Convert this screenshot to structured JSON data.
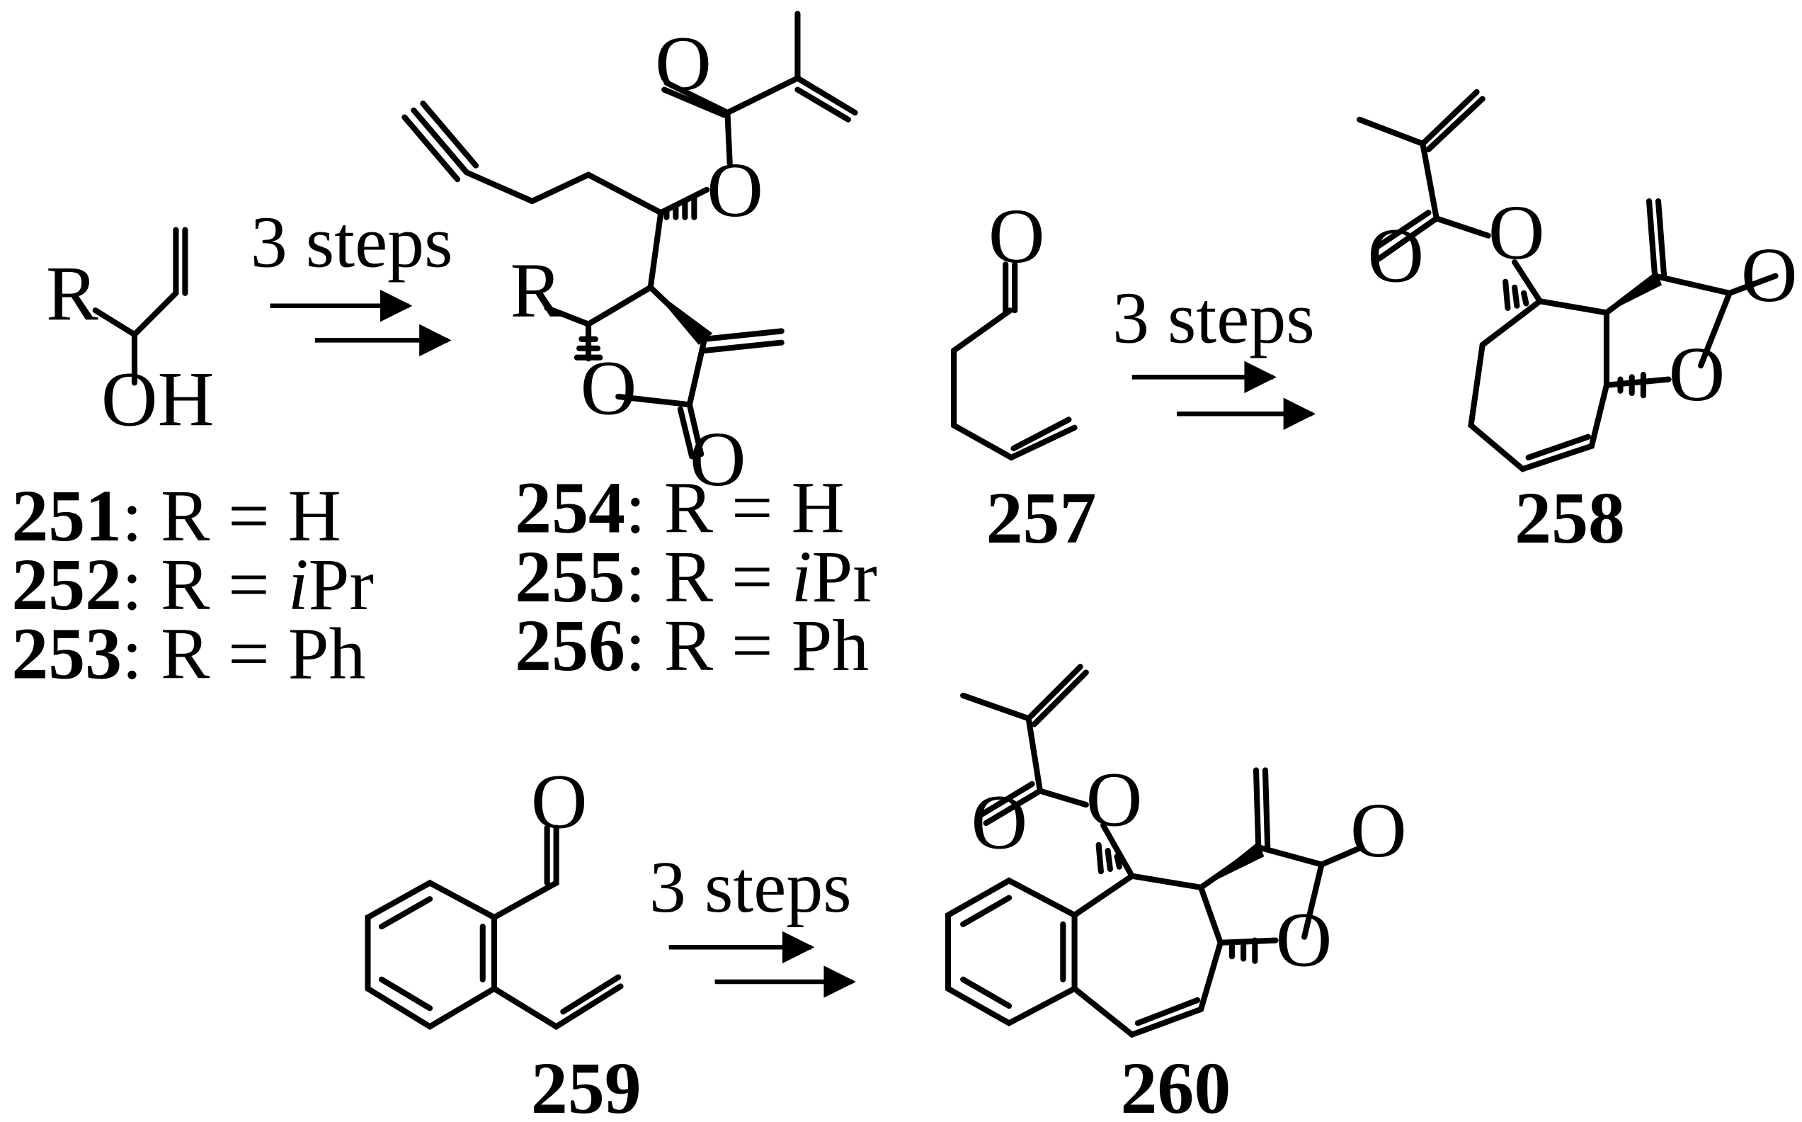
{
  "reactions": [
    {
      "step_label": "3 steps"
    },
    {
      "step_label": "3 steps"
    },
    {
      "step_label": "3 steps"
    }
  ],
  "atoms": {
    "R": "R",
    "O": "O",
    "OH": "OH"
  },
  "compounds": {
    "c251": {
      "num": "251",
      "desc": ": R = H"
    },
    "c252": {
      "num": "252",
      "desc_a": ": R = ",
      "desc_i": "i",
      "desc_b": "Pr"
    },
    "c253": {
      "num": "253",
      "desc": ": R = Ph"
    },
    "c254": {
      "num": "254",
      "desc": ": R = H"
    },
    "c255": {
      "num": "255",
      "desc_a": ": R = ",
      "desc_i": "i",
      "desc_b": "Pr"
    },
    "c256": {
      "num": "256",
      "desc": ": R = Ph"
    },
    "c257": {
      "num": "257"
    },
    "c258": {
      "num": "258"
    },
    "c259": {
      "num": "259"
    },
    "c260": {
      "num": "260"
    }
  }
}
